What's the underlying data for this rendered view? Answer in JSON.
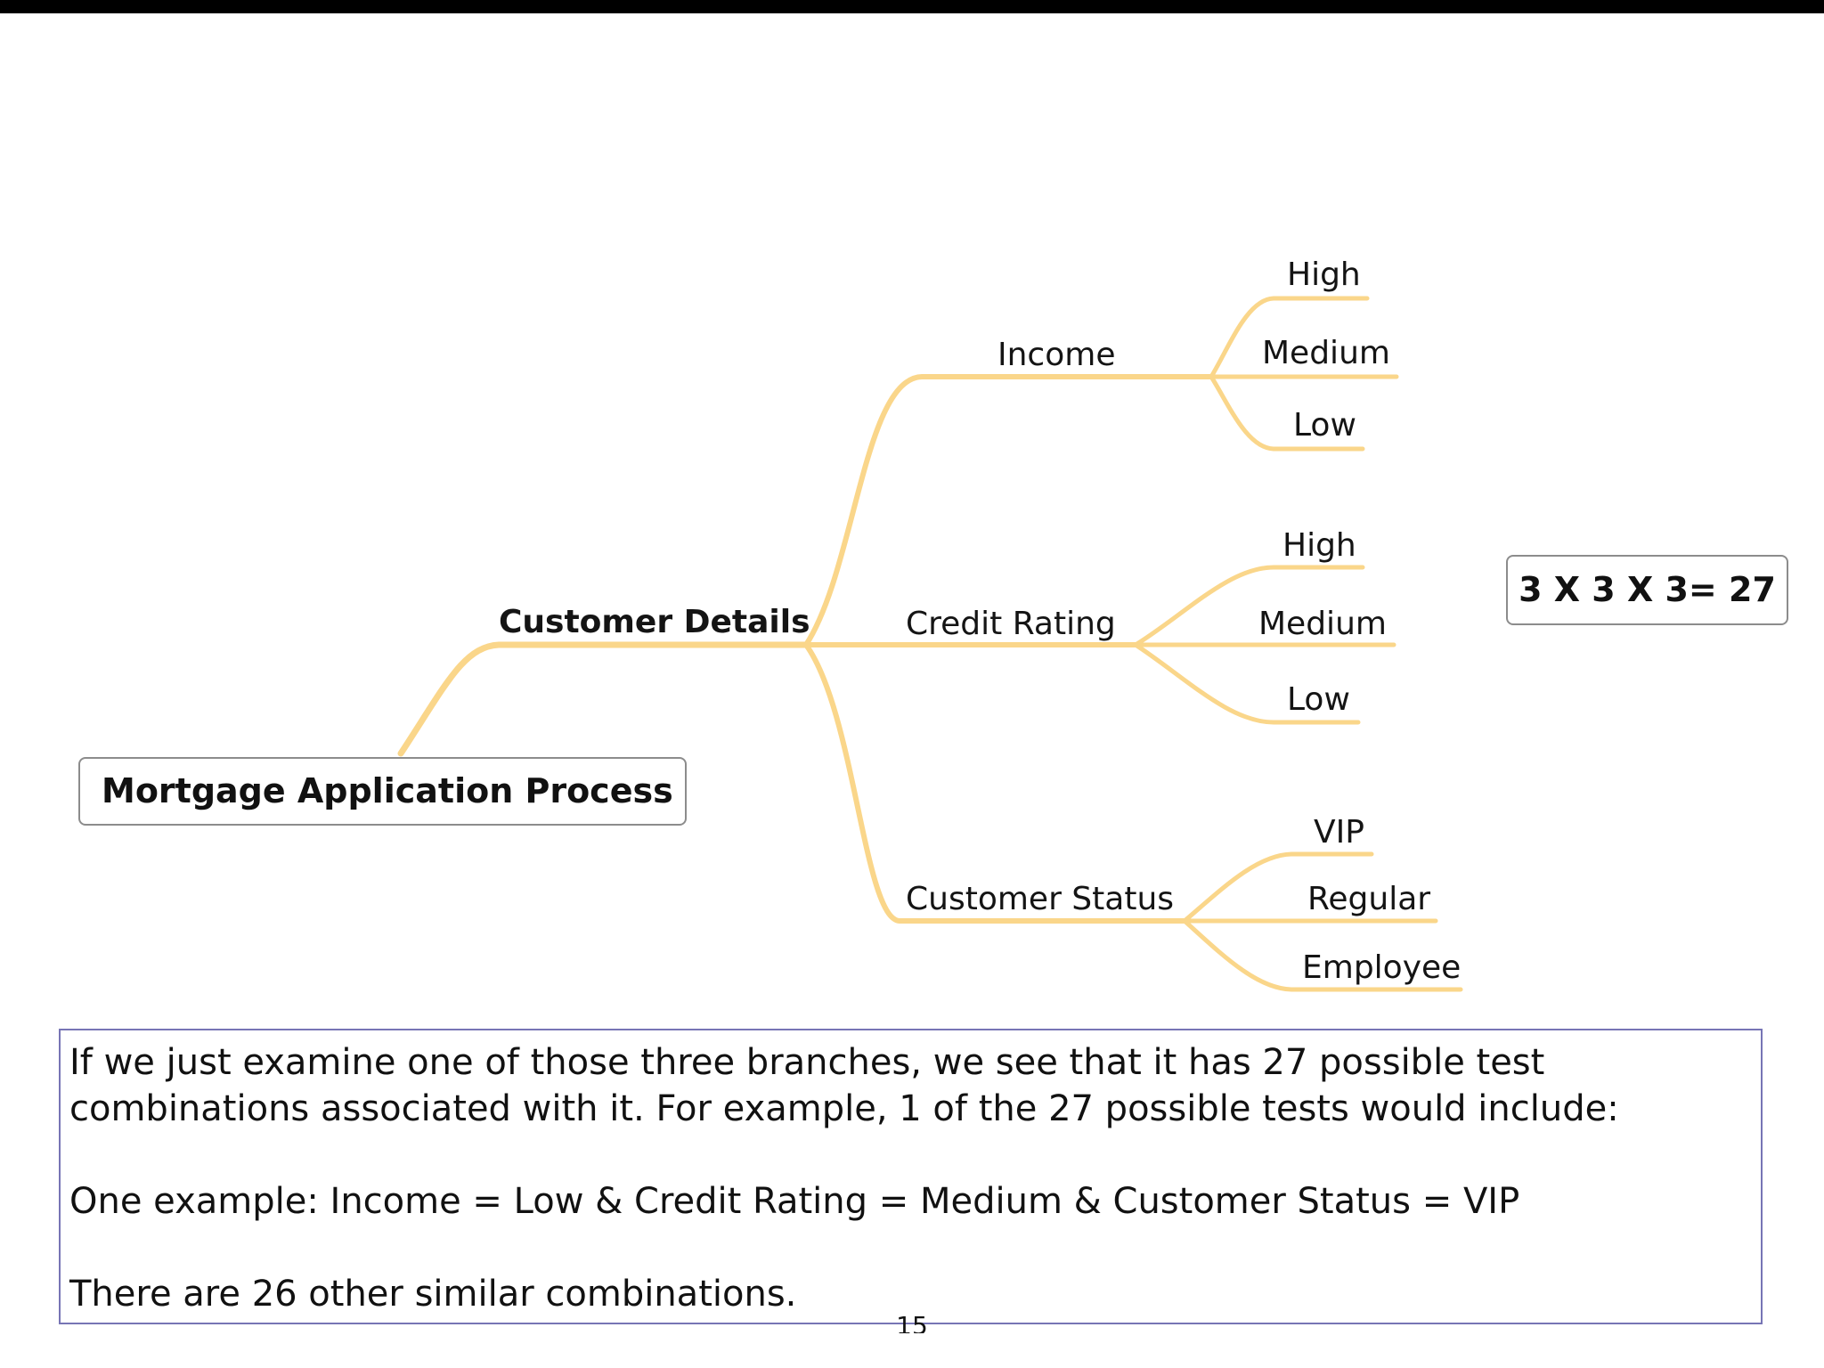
{
  "diagram": {
    "root": "Mortgage Application Process",
    "branch": "Customer Details",
    "link_color": "#fad68a",
    "categories": [
      {
        "name": "Income",
        "options": [
          "High",
          "Medium",
          "Low"
        ]
      },
      {
        "name": "Credit Rating",
        "options": [
          "High",
          "Medium",
          "Low"
        ]
      },
      {
        "name": "Customer Status",
        "options": [
          "VIP",
          "Regular",
          "Employee"
        ]
      }
    ],
    "formula": "3 X 3 X 3= 27"
  },
  "note": {
    "line1": "If we just examine one of those three branches, we see that it has 27 possible test",
    "line2": "combinations associated with it.  For example, 1 of the 27 possible tests would include:",
    "line3": "One example: Income = Low & Credit Rating = Medium & Customer Status = VIP",
    "line4": "There are 26 other similar combinations."
  },
  "page_number": "15"
}
